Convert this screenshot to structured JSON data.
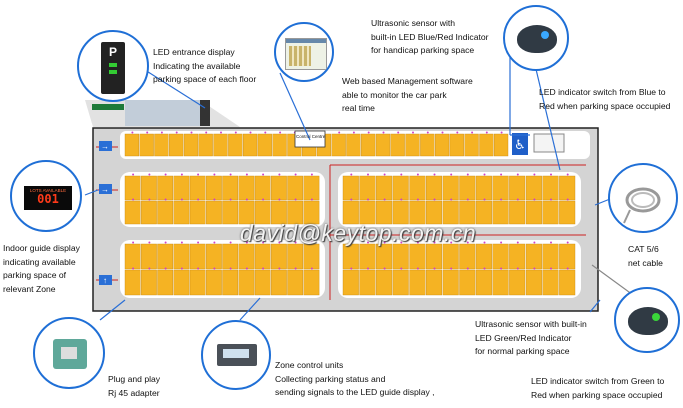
{
  "labels": {
    "led_entrance": [
      "LED entrance display",
      "Indicating the available",
      "parking space of each floor"
    ],
    "web_software": [
      "Web based Management software",
      "able to monitor the car park",
      "real time"
    ],
    "ultrasonic_blue": [
      "Ultrasonic sensor with",
      "built-in LED Blue/Red Indicator",
      "for handicap parking space"
    ],
    "led_switch_blue": [
      "LED indicator switch from Blue to",
      "Red when parking space occupied"
    ],
    "indoor_guide": [
      "Indoor guide display",
      "indicating available",
      "parking space of",
      "relevant Zone"
    ],
    "cat_cable": [
      "CAT 5/6",
      "net cable"
    ],
    "ultrasonic_green": [
      "Ultrasonic sensor with built-in",
      "LED Green/Red Indicator",
      "for normal parking space"
    ],
    "led_switch_green": [
      "LED indicator switch from Green to",
      "Red when parking space occupied"
    ],
    "plug_play": [
      "Plug and play",
      "Rj 45 adapter"
    ],
    "zone_control": [
      "Zone control units",
      "Collecting parking status and",
      "sending signals to the LED guide display ,"
    ]
  },
  "diagram": {
    "control_centre": "Control Centre",
    "lots_available_title": "LOTS AVAILABLE",
    "lots_available_value": "001",
    "entrance_sign": "P",
    "watermark": "david@keytop.com.cn"
  },
  "colors": {
    "circle_border": "#1f6fd6",
    "bay_fill": "#f5b323",
    "floor": "#d4d4d4",
    "cable_red": "#cc2222",
    "led_magenta": "#d040c8",
    "link_blue": "#2a6fd6"
  }
}
